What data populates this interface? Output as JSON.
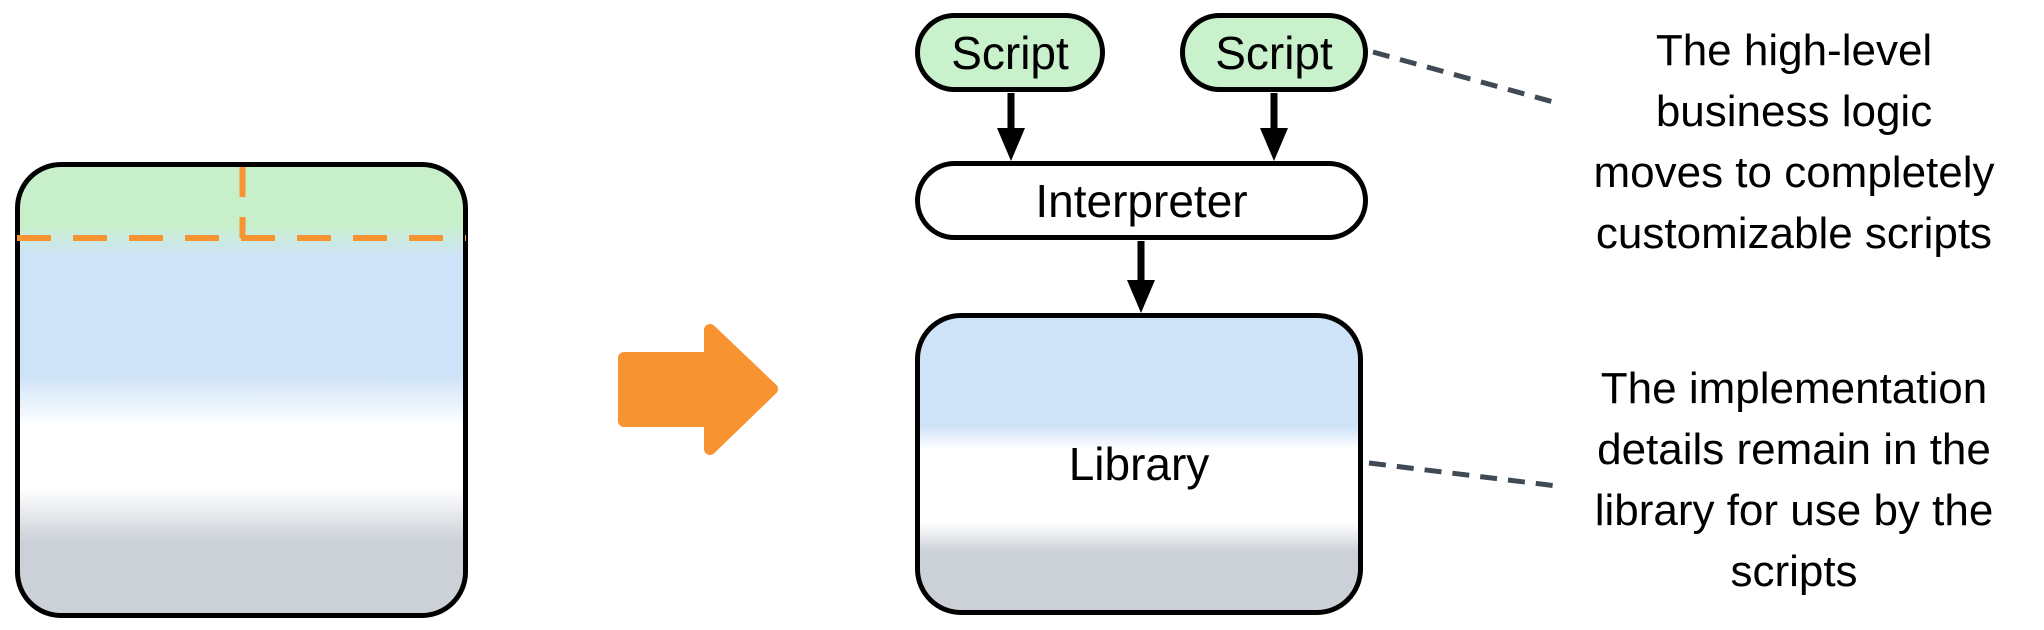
{
  "nodes": {
    "script_1": {
      "label": "Script"
    },
    "script_2": {
      "label": "Script"
    },
    "interpreter": {
      "label": "Interpreter"
    },
    "library": {
      "label": "Library"
    }
  },
  "annotations": {
    "scripts_note": {
      "text": "The high-level business logic moves to completely customizable scripts",
      "lines": [
        "The high-level",
        "business logic",
        "moves to completely",
        "customizable scripts"
      ]
    },
    "library_note": {
      "text": "The implementation details remain in the library for use by the scripts",
      "lines": [
        "The implementation",
        "details remain in the",
        "library for use by the",
        "scripts"
      ]
    }
  },
  "icons": {
    "transform_arrow": "right-block-arrow",
    "flow_arrows": "down-arrow",
    "split_lines": "orange-dashed-split"
  },
  "colors": {
    "script_green": "#c9f2cc",
    "layer_blue": "#cfe3f8",
    "layer_gray": "#ccd1d8",
    "accent_orange": "#f89331",
    "callout_slate": "#3f4a54",
    "outline_black": "#000000",
    "background": "#ffffff"
  }
}
